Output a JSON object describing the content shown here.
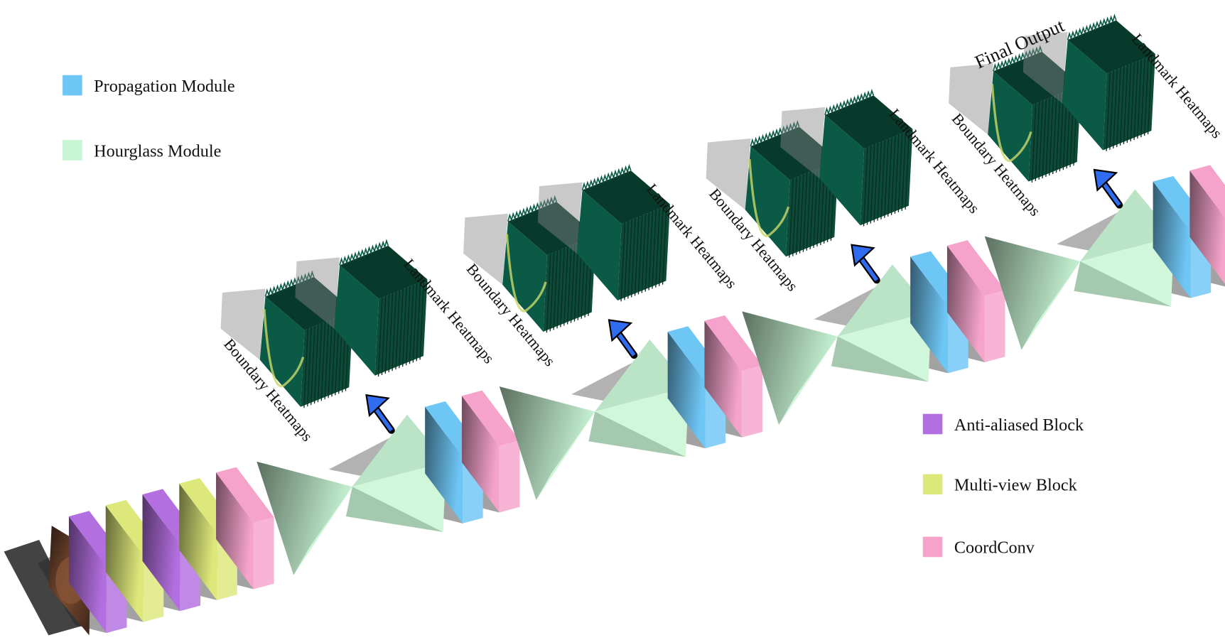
{
  "legend_left": [
    {
      "label": "Propagation Module",
      "color": "#6ec6f5"
    },
    {
      "label": "Hourglass Module",
      "color": "#c8f5d4"
    }
  ],
  "legend_right": [
    {
      "label": "Anti-aliased Block",
      "color": "#b36fe0"
    },
    {
      "label": "Multi-view Block",
      "color": "#dde87a"
    },
    {
      "label": "CoordConv",
      "color": "#f5a3cb"
    }
  ],
  "stages": [
    {
      "boundary_label": "Boundary Heatmaps",
      "landmark_label": "Landmark Heatmaps"
    },
    {
      "boundary_label": "Boundary Heatmaps",
      "landmark_label": "Landmark Heatmaps"
    },
    {
      "boundary_label": "Boundary Heatmaps",
      "landmark_label": "Landmark Heatmaps"
    },
    {
      "boundary_label": "Boundary Heatmaps",
      "landmark_label": "Landmark Heatmaps"
    }
  ],
  "final_output_label": "Final Output",
  "input_blocks": [
    "anti-aliased",
    "multi-view",
    "anti-aliased",
    "multi-view",
    "coordconv"
  ],
  "stage_blocks": [
    "propagation",
    "coordconv"
  ],
  "colors": {
    "propagation": "#6ec6f5",
    "hourglass": "#c8f5d4",
    "anti-aliased": "#b36fe0",
    "multi-view": "#dde87a",
    "coordconv": "#f5a3cb",
    "heatmap": "#0b5a45",
    "arrow": "#2f6cf0"
  }
}
